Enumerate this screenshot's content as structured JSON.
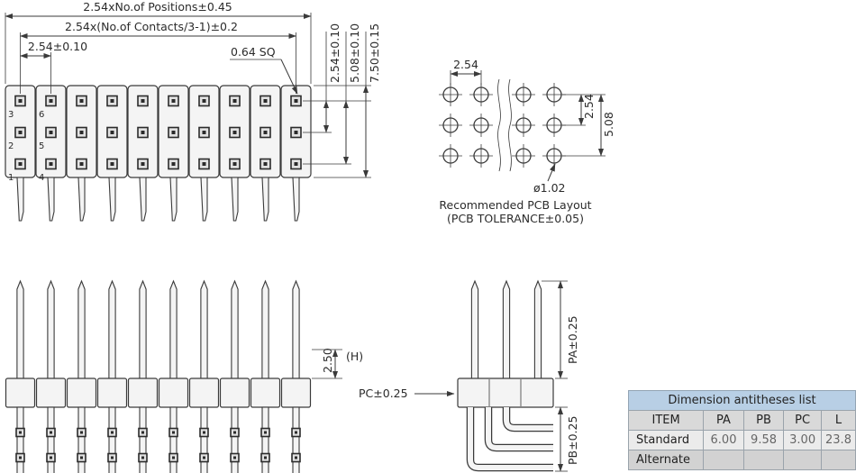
{
  "front_view": {
    "dim_positions": "2.54xNo.of  Positions±0.45",
    "dim_contacts": "2.54x(No.of  Contacts/3-1)±0.2",
    "dim_pitch": "2.54±0.10",
    "dim_pin_sq": "0.64  SQ",
    "dim_row_spacing": "2.54±0.10",
    "dim_row_span": "5.08±0.10",
    "dim_body_height": "7.50±0.15",
    "pin_numbers": [
      "3",
      "6",
      "2",
      "5",
      "1",
      "4"
    ]
  },
  "pcb_layout": {
    "dim_h_pitch": "2.54",
    "dim_v_pitch": "2.54",
    "dim_v_span": "5.08",
    "dim_hole_dia": "ø1.02",
    "caption_line1": "Recommended PCB Layout",
    "caption_line2": "(PCB TOLERANCE±0.05)"
  },
  "side_view": {
    "dim_tail": "2.50",
    "dim_tail_note": "(H)"
  },
  "right_angle_view": {
    "dim_pc": "PC±0.25",
    "dim_pa": "PA±0.25",
    "dim_pb": "PB±0.25"
  },
  "table": {
    "title": "Dimension antitheses list",
    "columns": [
      "ITEM",
      "PA",
      "PB",
      "PC",
      "L"
    ],
    "rows": [
      {
        "item": "Standard",
        "pa": "6.00",
        "pb": "9.58",
        "pc": "3.00",
        "l": "23.8"
      },
      {
        "item": "Alternate",
        "pa": "",
        "pb": "",
        "pc": "",
        "l": ""
      }
    ]
  },
  "colors": {
    "line": "#3a3a3a",
    "table_title_bg": "#b8cfe5",
    "table_row_bg": "#ebebeb",
    "table_alt_row_bg": "#d2d2d2"
  }
}
